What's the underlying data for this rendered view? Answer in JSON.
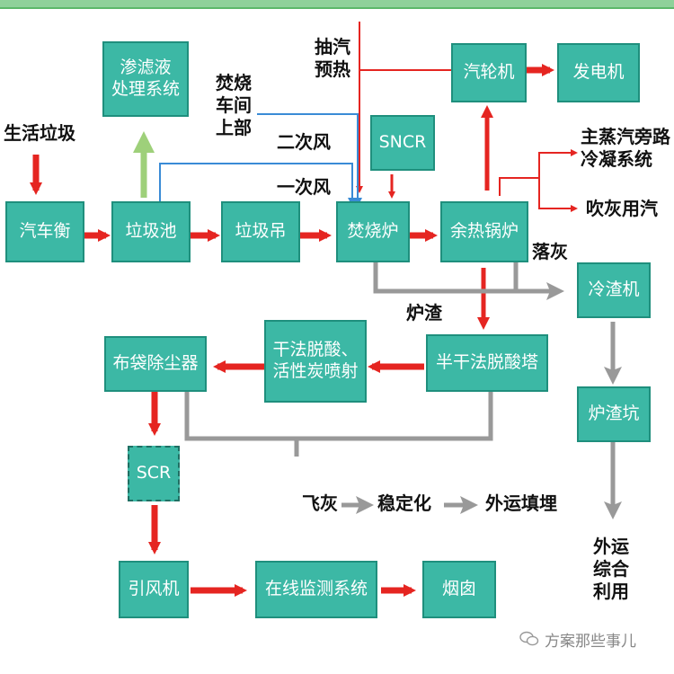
{
  "colors": {
    "box_fill": "#3cb8a5",
    "box_border": "#1f8f7d",
    "main_flow_arrow": "#e52521",
    "ash_line": "#999999",
    "air_line": "#3a8bd6",
    "leachate_arrow": "#9ed07a"
  },
  "boxes": {
    "truck_scale": "汽车衡",
    "waste_pit": "垃圾池",
    "waste_crane": "垃圾吊",
    "incinerator": "焚烧炉",
    "waste_heat_boiler": "余热锅炉",
    "turbine": "汽轮机",
    "generator": "发电机",
    "leachate_treatment": "渗滤液\n处理系统",
    "sncr": "SNCR",
    "slag_cooler": "冷渣机",
    "slag_pit": "炉渣坑",
    "semi_dry_tower": "半干法脱酸塔",
    "dry_deacid": "干法脱酸、\n活性炭喷射",
    "baghouse": "布袋除尘器",
    "scr": "SCR",
    "id_fan": "引风机",
    "online_monitoring": "在线监测系统",
    "chimney": "烟囱"
  },
  "labels": {
    "household_waste": "生活垃圾",
    "incinerator_hall_top": "焚烧\n车间\n上部",
    "secondary_air": "二次风",
    "primary_air": "一次风",
    "extraction_preheat": "抽汽\n预热",
    "main_steam_bypass": "主蒸汽旁路\n冷凝系统",
    "soot_blowing": "吹灰用汽",
    "ash_drop": "落灰",
    "bottom_slag": "炉渣",
    "fly_ash": "飞灰",
    "stabilization": "稳定化",
    "landfill": "外运填埋",
    "reuse": "外运\n综合\n利用"
  },
  "watermark": "方案那些事儿",
  "icons": [
    "wechat-icon"
  ]
}
